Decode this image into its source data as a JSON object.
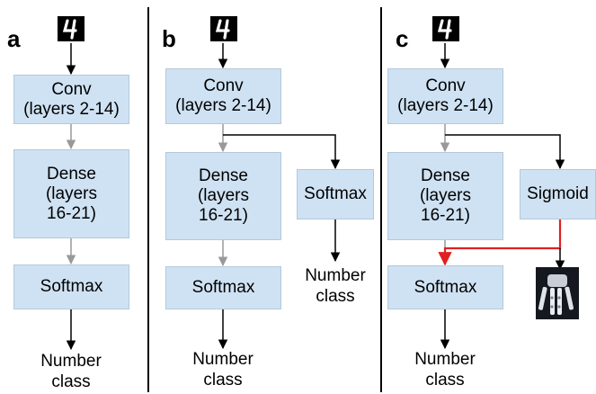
{
  "panels": {
    "a": {
      "letter": "a",
      "conv": [
        "Conv",
        "(layers 2-14)"
      ],
      "dense": [
        "Dense",
        "(layers",
        "16-21)"
      ],
      "softmax": "Softmax",
      "output": [
        "Number",
        "class"
      ]
    },
    "b": {
      "letter": "b",
      "conv": [
        "Conv",
        "(layers 2-14)"
      ],
      "dense": [
        "Dense",
        "(layers",
        "16-21)"
      ],
      "softmax": "Softmax",
      "output": [
        "Number",
        "class"
      ],
      "branch_softmax": "Softmax",
      "branch_output": [
        "Number",
        "class"
      ]
    },
    "c": {
      "letter": "c",
      "conv": [
        "Conv",
        "(layers 2-14)"
      ],
      "dense": [
        "Dense",
        "(layers",
        "16-21)"
      ],
      "softmax": "Softmax",
      "output": [
        "Number",
        "class"
      ],
      "branch_sigmoid": "Sigmoid"
    }
  },
  "colors": {
    "box_fill": "#cfe2f3",
    "main_arrow": "#000000",
    "internal_arrow": "#999999",
    "gate_arrow": "#e02020"
  },
  "icons": {
    "input_digit": "handwritten-digit-4-image",
    "robot": "robot-hand-image"
  }
}
